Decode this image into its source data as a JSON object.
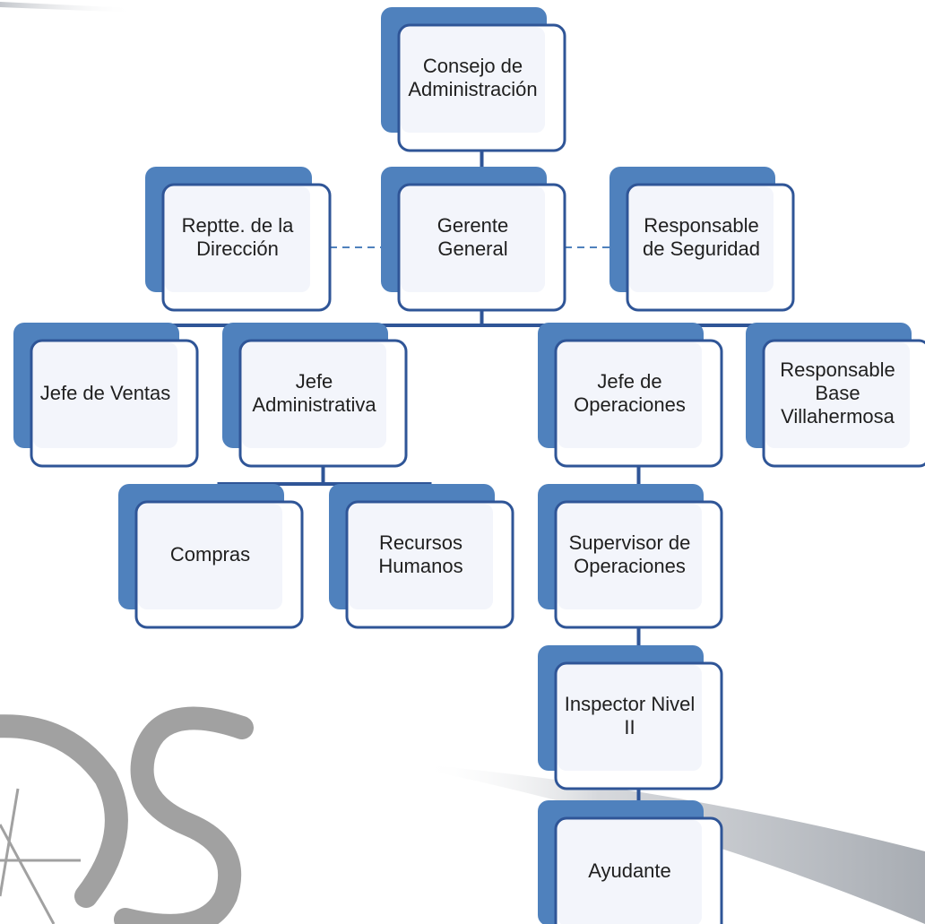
{
  "org_chart": {
    "colors": {
      "back_plate": "#4f81bd",
      "front_card_border": "#2f5597",
      "front_card_fill": "#ffffff",
      "inner_panel": "#f3f5fb",
      "connector": "#2f5597",
      "dashed_connector": "#4f81bd"
    },
    "nodes": [
      {
        "id": "consejo",
        "label": "Consejo de Administración",
        "lines": [
          "Consejo de",
          "Administración"
        ]
      },
      {
        "id": "reptte",
        "label": "Reptte. de la Dirección",
        "lines": [
          "Reptte. de la",
          "Dirección"
        ]
      },
      {
        "id": "gerente",
        "label": "Gerente General",
        "lines": [
          "Gerente",
          "General"
        ]
      },
      {
        "id": "seguridad",
        "label": "Responsable de Seguridad",
        "lines": [
          "Responsable",
          "de Seguridad"
        ]
      },
      {
        "id": "ventas",
        "label": "Jefe de Ventas",
        "lines": [
          "Jefe de Ventas"
        ]
      },
      {
        "id": "administrativa",
        "label": "Jefe Administrativa",
        "lines": [
          "Jefe",
          "Administrativa"
        ]
      },
      {
        "id": "operaciones",
        "label": "Jefe de Operaciones",
        "lines": [
          "Jefe de",
          "Operaciones"
        ]
      },
      {
        "id": "villahermosa",
        "label": "Responsable Base Villahermosa",
        "lines": [
          "Responsable",
          "Base",
          "Villahermosa"
        ]
      },
      {
        "id": "compras",
        "label": "Compras",
        "lines": [
          "Compras"
        ]
      },
      {
        "id": "rrhh",
        "label": "Recursos Humanos",
        "lines": [
          "Recursos",
          "Humanos"
        ]
      },
      {
        "id": "supervisor",
        "label": "Supervisor de Operaciones",
        "lines": [
          "Supervisor de",
          "Operaciones"
        ]
      },
      {
        "id": "inspector",
        "label": "Inspector Nivel II",
        "lines": [
          "Inspector Nivel",
          "II"
        ]
      },
      {
        "id": "ayudante",
        "label": "Ayudante",
        "lines": [
          "Ayudante"
        ]
      }
    ],
    "solid_links": [
      [
        "consejo",
        "gerente"
      ],
      [
        "gerente",
        "ventas"
      ],
      [
        "gerente",
        "administrativa"
      ],
      [
        "gerente",
        "operaciones"
      ],
      [
        "gerente",
        "villahermosa"
      ],
      [
        "administrativa",
        "compras"
      ],
      [
        "administrativa",
        "rrhh"
      ],
      [
        "operaciones",
        "supervisor"
      ],
      [
        "supervisor",
        "inspector"
      ],
      [
        "inspector",
        "ayudante"
      ]
    ],
    "dashed_links": [
      [
        "reptte",
        "gerente"
      ],
      [
        "gerente",
        "seguridad"
      ]
    ]
  }
}
